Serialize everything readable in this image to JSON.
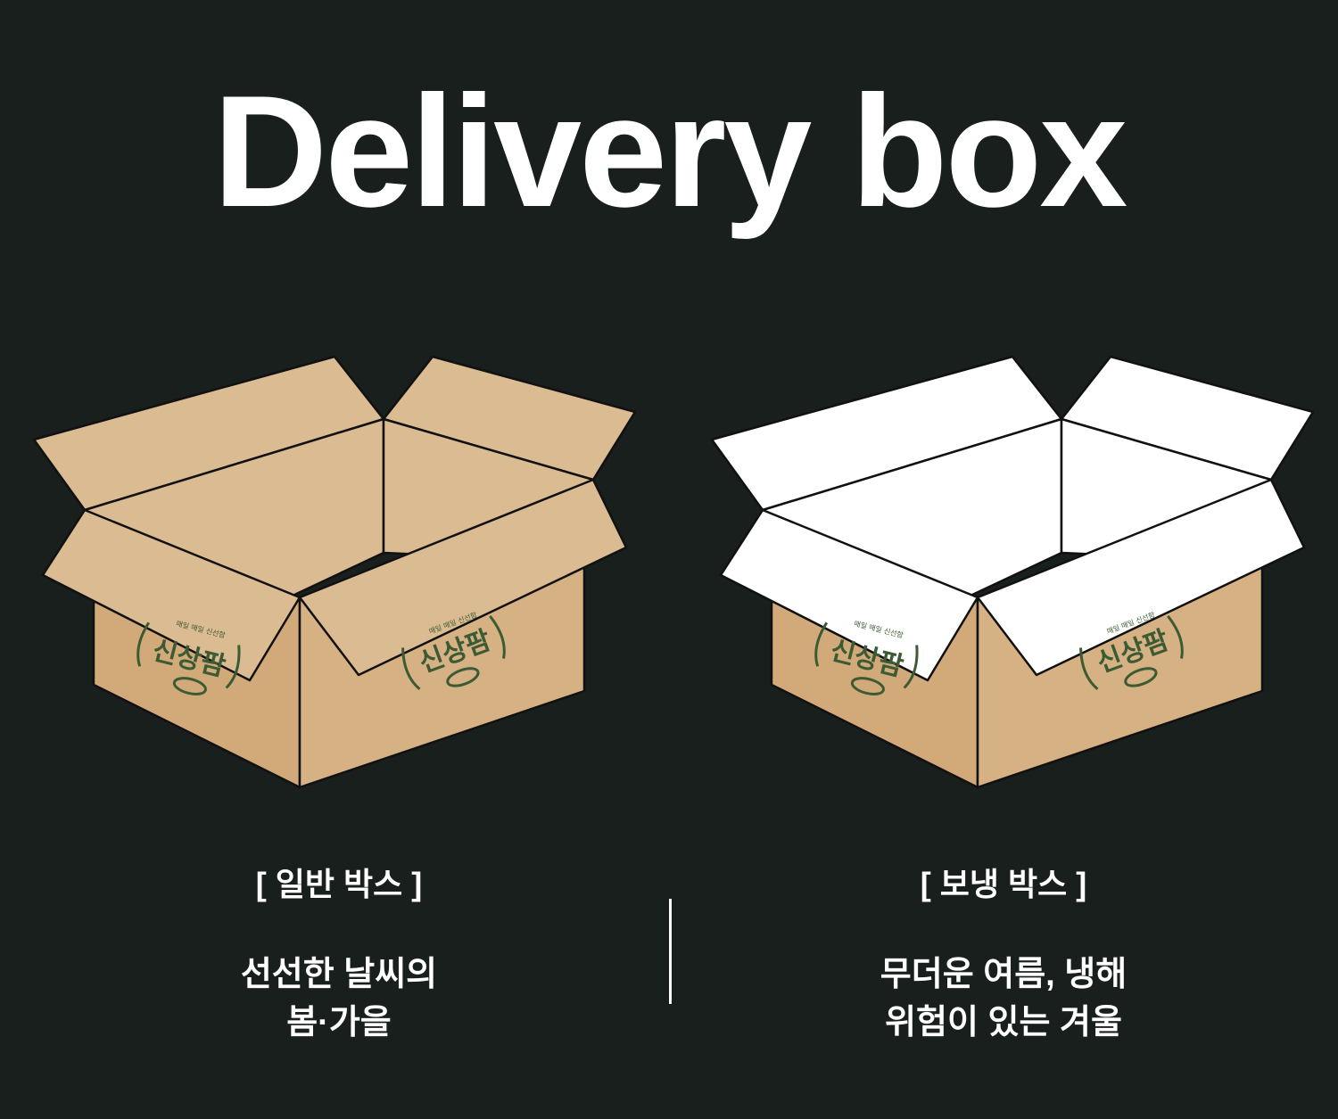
{
  "title": "Delivery box",
  "colors": {
    "background": "#181f1c",
    "cardboard": "#dbbb92",
    "cardboard_dark": "#d2aa7a",
    "cardboard_side": "#d6b184",
    "styrofoam": "#ffffff",
    "logo_green": "#3c5a34"
  },
  "boxes": [
    {
      "type": "regular",
      "label": "[ 일반 박스 ]",
      "description": [
        "선선한 날씨의",
        "봄·가을"
      ],
      "logo": {
        "brand": "신상팜",
        "tagline": "매일 매일 신선함"
      }
    },
    {
      "type": "insulated",
      "label": "[ 보냉 박스 ]",
      "description": [
        "무더운 여름, 냉해",
        "위험이 있는 겨울"
      ],
      "logo": {
        "brand": "신상팜",
        "tagline": "매일 매일 신선함"
      }
    }
  ]
}
